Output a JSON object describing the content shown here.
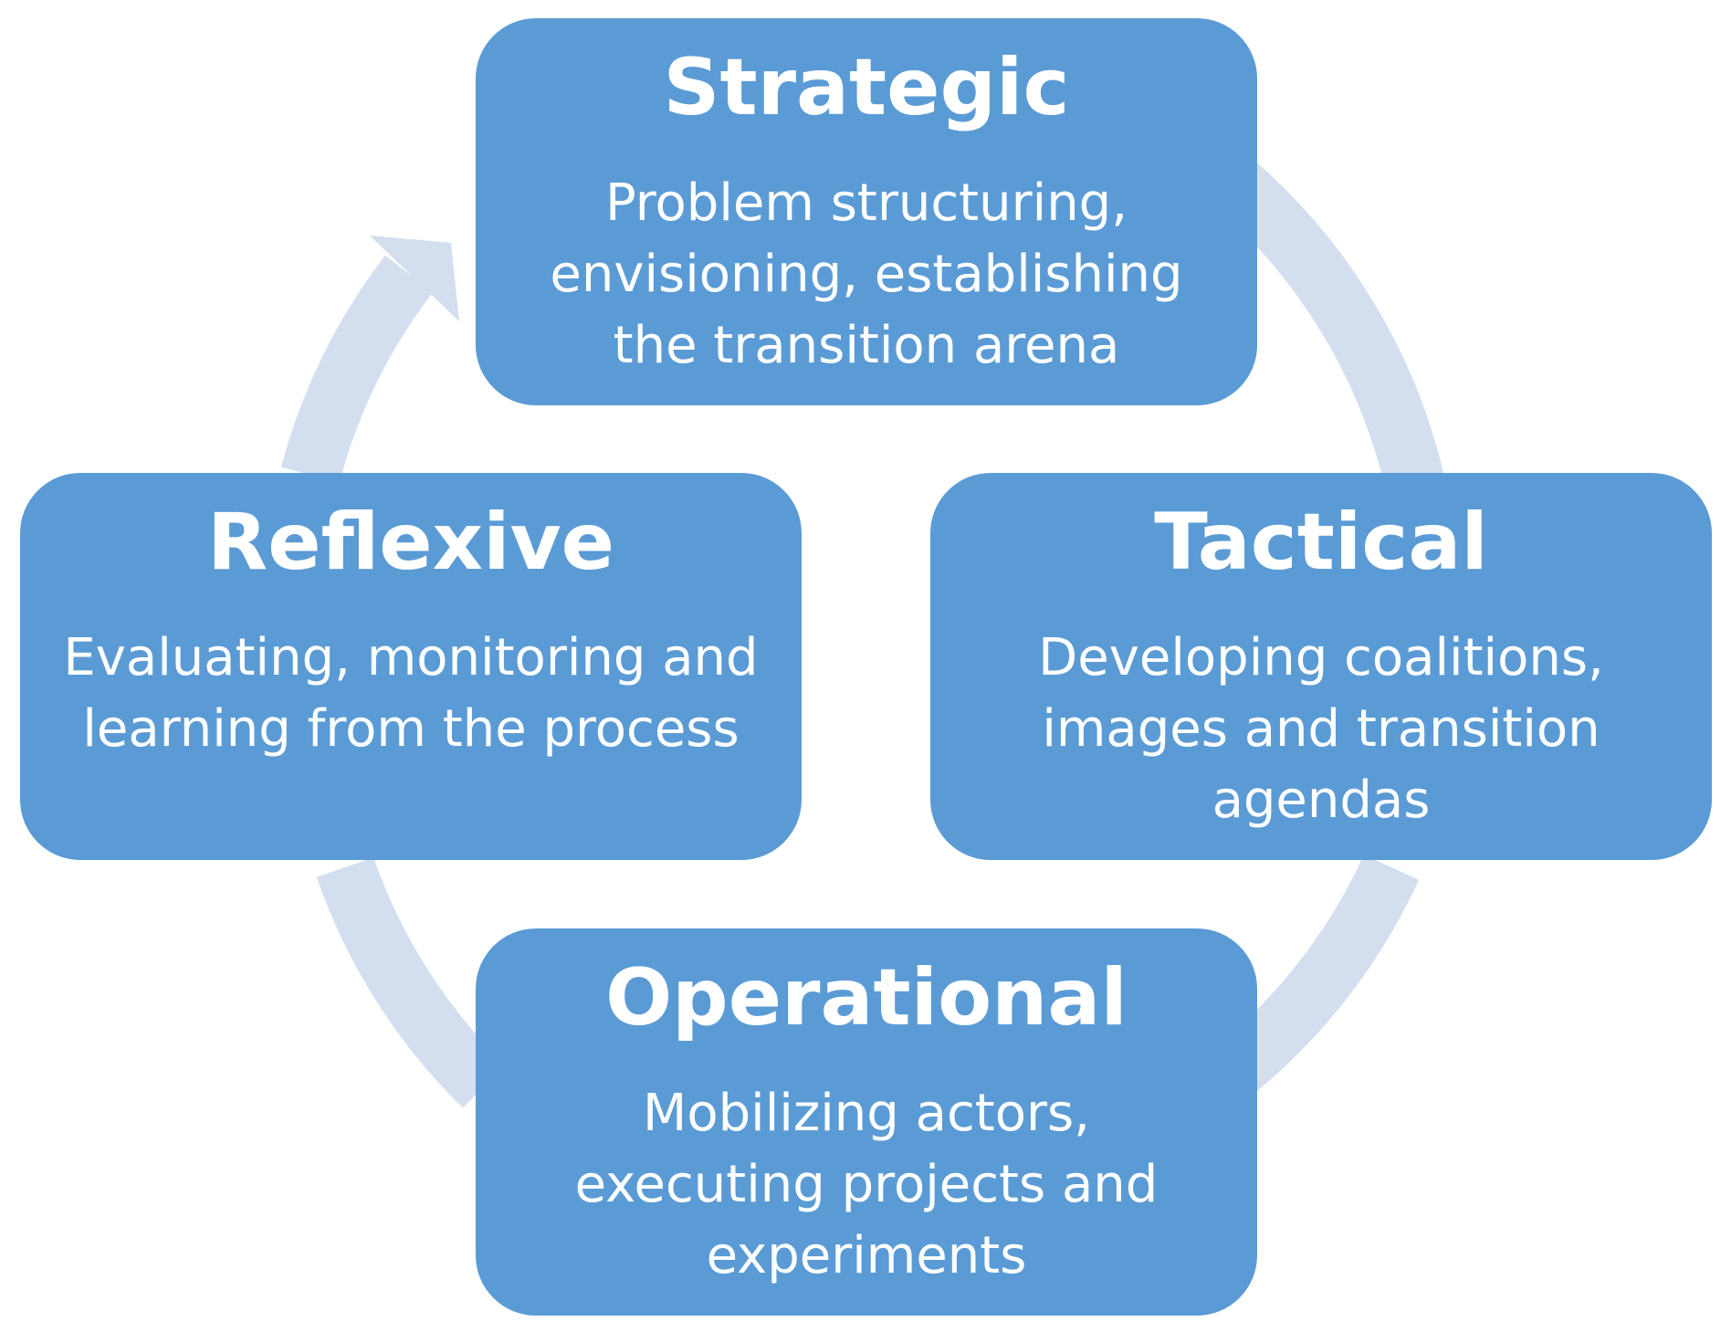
{
  "colors": {
    "box_fill": "#5b9bd5",
    "box_text": "#ffffff",
    "cycle_ring": "#d3deef"
  },
  "boxes": {
    "strategic": {
      "title": "Strategic",
      "description": "Problem structuring, envisioning, establishing the transition arena"
    },
    "tactical": {
      "title": "Tactical",
      "description": "Developing coalitions, images and transition agendas"
    },
    "operational": {
      "title": "Operational",
      "description": "Mobilizing actors, executing projects and experiments"
    },
    "reflexive": {
      "title": "Reflexive",
      "description": "Evaluating, monitoring and learning from the process"
    }
  },
  "cycle": {
    "direction": "clockwise",
    "order": [
      "Strategic",
      "Tactical",
      "Operational",
      "Reflexive"
    ],
    "arrowhead_target": "Strategic"
  }
}
